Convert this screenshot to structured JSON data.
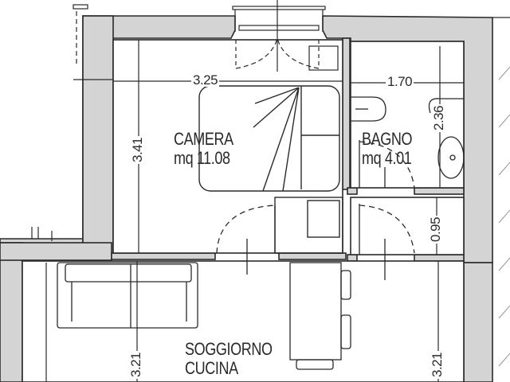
{
  "plan": {
    "colors": {
      "wall_fill": "#d4d4d4",
      "line": "#2a2a2a",
      "background": "#ffffff"
    },
    "rooms": [
      {
        "id": "camera",
        "name": "CAMERA",
        "area": "mq 11.08"
      },
      {
        "id": "bagno",
        "name": "BAGNO",
        "area": "mq 4.01"
      },
      {
        "id": "soggiorno",
        "name": "SOGGIORNO",
        "name2": "CUCINA"
      }
    ],
    "dimensions": {
      "camera_width": "3.25",
      "camera_height": "3.41",
      "bagno_width": "1.70",
      "bagno_height": "2.36",
      "corridor_height": "0.95",
      "soggiorno_left_height": "3.21",
      "soggiorno_right_height": "3.21"
    },
    "furniture": [
      "double-bed",
      "wardrobe",
      "toilet",
      "washbasin",
      "sofa",
      "kitchen-counter",
      "doors",
      "window"
    ]
  }
}
